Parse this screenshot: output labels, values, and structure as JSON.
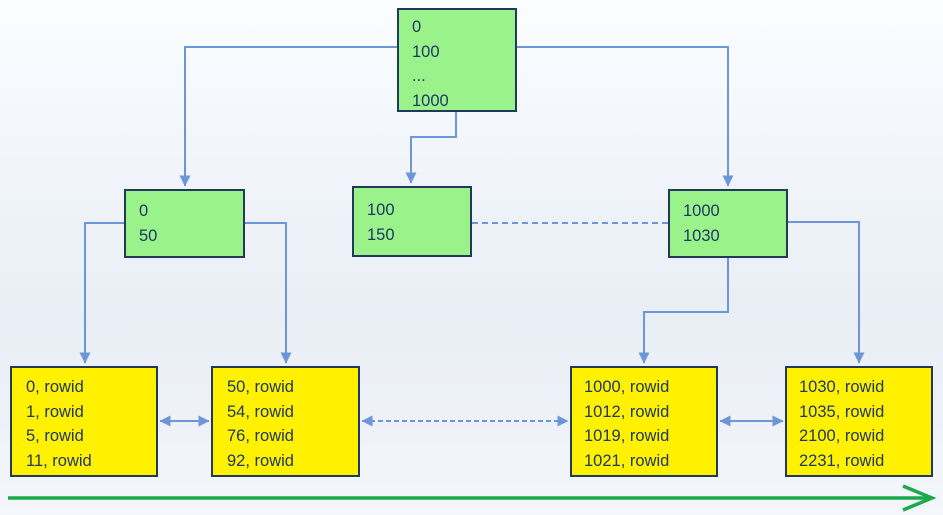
{
  "colors": {
    "node_green": "#9AF28B",
    "leaf_yellow": "#FFF100",
    "node_border": "#22395C",
    "text_navy": "#1F3864",
    "connector": "#6C96D8",
    "scan_arrow": "#1BA94C"
  },
  "tree": {
    "root": {
      "lines": [
        "0",
        "100",
        "...",
        "1000"
      ]
    },
    "branches": [
      {
        "name": "branch-left",
        "lines": [
          "0",
          "50"
        ]
      },
      {
        "name": "branch-mid",
        "lines": [
          "100",
          "150"
        ]
      },
      {
        "name": "branch-right",
        "lines": [
          "1000",
          "1030"
        ]
      }
    ],
    "leaves": [
      {
        "name": "leaf-1",
        "lines": [
          "0, rowid",
          "1, rowid",
          "5, rowid",
          "11, rowid"
        ]
      },
      {
        "name": "leaf-2",
        "lines": [
          "50, rowid",
          "54, rowid",
          "76, rowid",
          "92, rowid"
        ]
      },
      {
        "name": "leaf-3",
        "lines": [
          "1000, rowid",
          "1012, rowid",
          "1019, rowid",
          "1021, rowid"
        ]
      },
      {
        "name": "leaf-4",
        "lines": [
          "1030, rowid",
          "1035, rowid",
          "2100, rowid",
          "2231, rowid"
        ]
      }
    ]
  }
}
